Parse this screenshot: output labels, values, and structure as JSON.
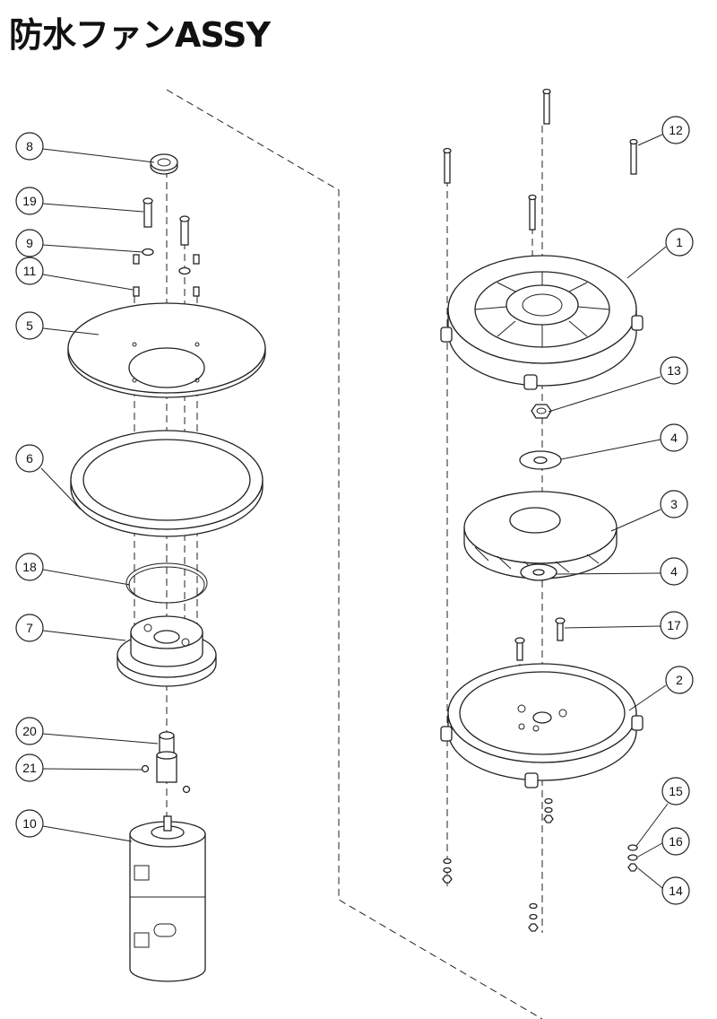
{
  "title": "防水ファンASSY",
  "callouts": {
    "c8": "8",
    "c19": "19",
    "c9": "9",
    "c11": "11",
    "c5": "5",
    "c6": "6",
    "c18": "18",
    "c7": "7",
    "c20": "20",
    "c21": "21",
    "c10": "10",
    "c12": "12",
    "c1": "1",
    "c13": "13",
    "c4a": "4",
    "c3": "3",
    "c4b": "4",
    "c17": "17",
    "c2": "2",
    "c15": "15",
    "c16": "16",
    "c14": "14"
  }
}
